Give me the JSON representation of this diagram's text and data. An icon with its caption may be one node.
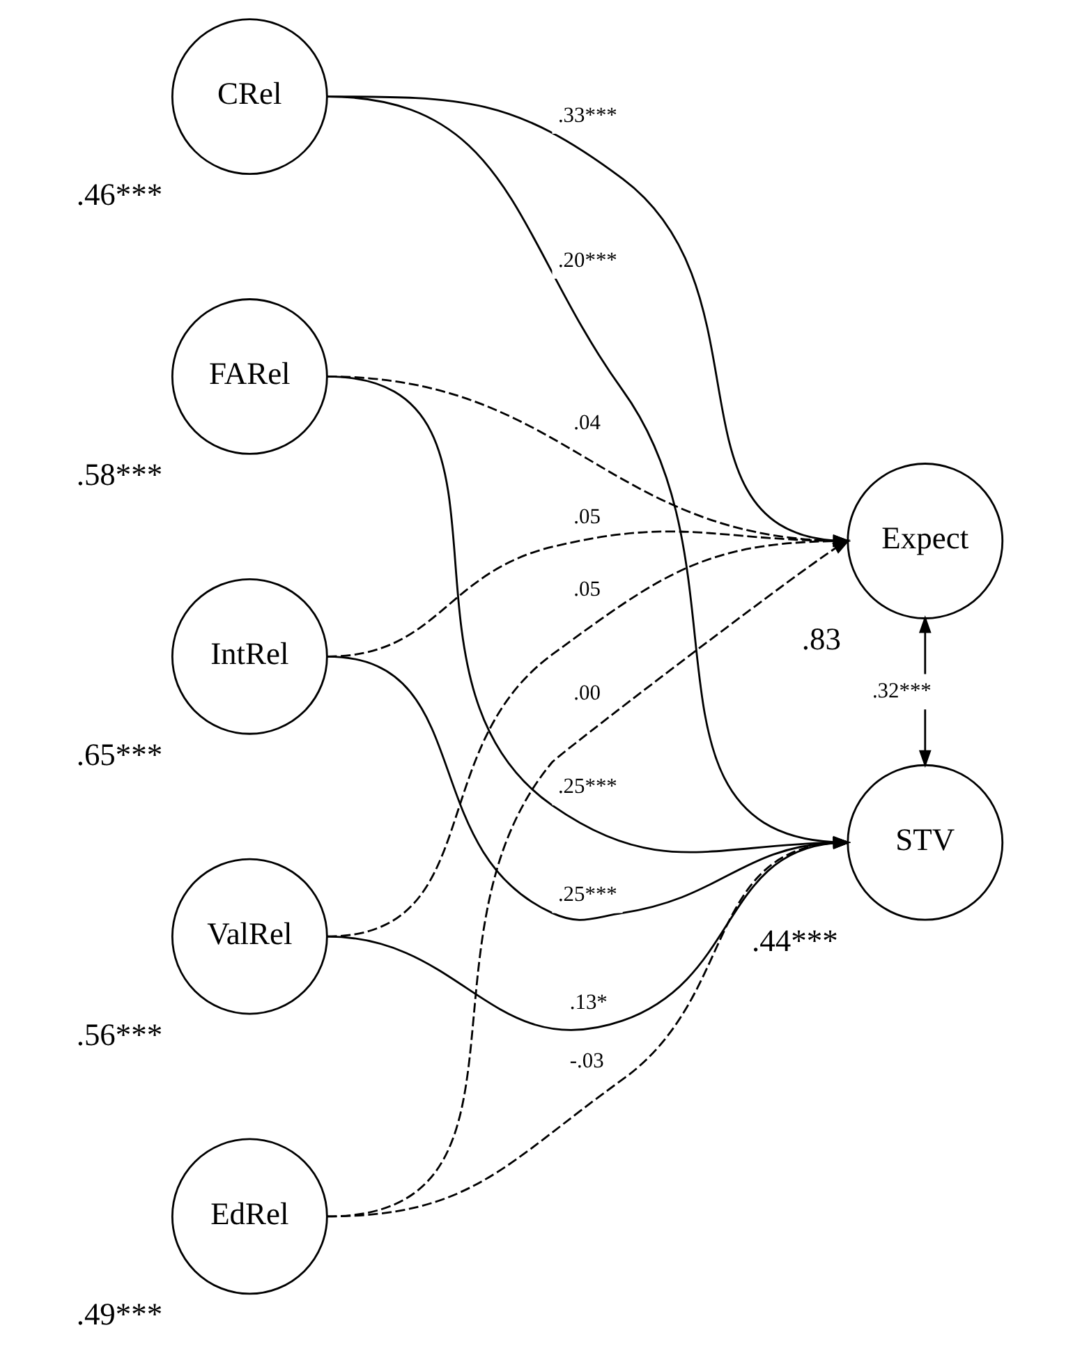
{
  "diagram": {
    "nodes": [
      {
        "text": [
          "CRel"
        ],
        "beside": [
          ".46***"
        ]
      },
      {
        "text": [
          "FARel"
        ],
        "beside": [
          ".58***"
        ]
      },
      {
        "text": [
          "IntRel"
        ],
        "beside": [
          ".65***"
        ]
      },
      {
        "text": [
          "ValRel"
        ],
        "beside": [
          ".56***"
        ]
      },
      {
        "text": [
          "EdRel"
        ],
        "beside": [
          ".49***"
        ]
      },
      {
        "text": [
          "Expect"
        ],
        "beside": [
          ".83"
        ]
      },
      {
        "text": [
          "STV"
        ],
        "beside": [
          ".44***"
        ]
      }
    ],
    "edges": [
      {
        "from": 0,
        "to": 5,
        "arrow": "to",
        "label": ".33***"
      },
      {
        "from": 0,
        "to": 6,
        "arrow": "to",
        "label": ".20***"
      },
      {
        "from": 1,
        "to": 5,
        "arrow": "to",
        "label": ".04",
        "style": "dashed"
      },
      {
        "from": 1,
        "to": 6,
        "arrow": "to",
        "label": ".25***"
      },
      {
        "from": 2,
        "to": 5,
        "arrow": "to",
        "label": ".05",
        "style": "dashed"
      },
      {
        "from": 2,
        "to": 6,
        "arrow": "to",
        "label": ".25***"
      },
      {
        "from": 3,
        "to": 5,
        "arrow": "to",
        "label": ".05",
        "style": "dashed"
      },
      {
        "from": 3,
        "to": 6,
        "arrow": "to",
        "label": ".13*"
      },
      {
        "from": 4,
        "to": 5,
        "arrow": "to",
        "label": ".00",
        "style": "dashed"
      },
      {
        "from": 4,
        "to": 6,
        "arrow": "to",
        "label": "-.03",
        "style": "dashed"
      },
      {
        "from": 5,
        "to": 6,
        "arrow": "both",
        "label": ".32***"
      }
    ]
  }
}
